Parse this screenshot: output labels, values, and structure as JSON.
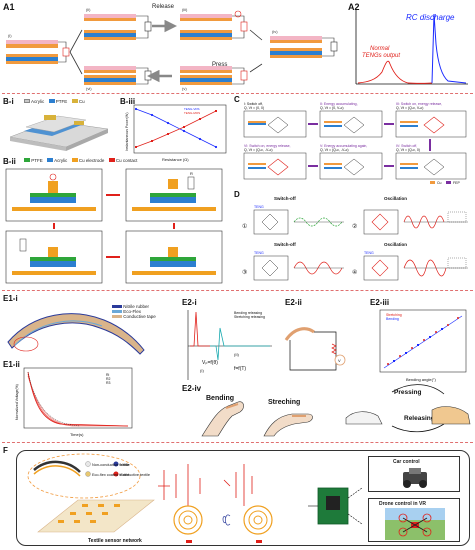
{
  "panelA": {
    "label1": "A1",
    "label2": "A2",
    "release": "Release",
    "press": "Press",
    "steps": [
      "(i)",
      "(ii)",
      "(iii)",
      "(iv)",
      "(v)",
      "(vi)"
    ],
    "discharge": "RC discharge",
    "normal1": "Normal",
    "normal2": "TENGs output",
    "colors": {
      "pink": "#f3b5c5",
      "orange": "#f19a3e",
      "blue": "#2c7fd0",
      "red": "#e0201a"
    }
  },
  "panelB": {
    "label_i": "B-i",
    "label_ii": "B-ii",
    "label_iii": "B-iii",
    "legend_top": [
      "Acrylic",
      "PTFE",
      "Cu"
    ],
    "legend_bottom": [
      "PTFE",
      "Acrylic",
      "Cu electrode",
      "Cu contact"
    ],
    "plot_ylabel": "Instantaneous Power(W)",
    "plot_xlabel": "Resistance (Ω)",
    "plot_legend": [
      "TENG-VDS",
      "TENG-MOS"
    ],
    "r_label": "R"
  },
  "panelC": {
    "label": "C",
    "steps": [
      {
        "title": "I: Switch off,",
        "eq": "Q, Vt = (0, 0)"
      },
      {
        "title": "II: Energy accumulating,",
        "eq": "Q, Vt = (0, Vₒc)"
      },
      {
        "title": "III: Switch on, energy release,",
        "eq": "Q, Vt = (Qₛc, Vₒc)"
      },
      {
        "title": "VI: Switch on, energy release,",
        "eq": "Q, Vt = (Qₛc, -Vₒc)"
      },
      {
        "title": "V: Energy accumulating again,",
        "eq": "Q, Vt = (Qₛc, -Vₒc)"
      },
      {
        "title": "IV: Switch off,",
        "eq": "Q, Vt = (Qₛc, 0)"
      }
    ],
    "legend": [
      "Cu",
      "FEP"
    ]
  },
  "panelD": {
    "label": "D",
    "cells": [
      {
        "num": "①",
        "title": "Switch-off",
        "teng": "TENG"
      },
      {
        "num": "②",
        "title": "Oscillation",
        "teng": ""
      },
      {
        "num": "③",
        "title": "Switch-off",
        "teng": "TENG"
      },
      {
        "num": "④",
        "title": "Oscillation",
        "teng": "TENG"
      }
    ]
  },
  "panelE": {
    "label_e1i": "E1-i",
    "label_e1ii": "E1-ii",
    "e1i_legend": [
      "Nitrile rubber",
      "Eco-Flex",
      "Conductive tape"
    ],
    "e1ii_ylabel": "Normalized Voltage(%)",
    "e1ii_xlabel": "Time(s)",
    "e1ii_legend": [
      "Ri",
      "R2",
      "R3"
    ],
    "label_e2i": "E2-i",
    "label_e2ii": "E2-ii",
    "label_e2iii": "E2-iii",
    "label_e2iv": "E2-iv",
    "e2i_legend": [
      "Bending releasing",
      "Stretching releasing"
    ],
    "e2i_vpeak": "Vₚ=f(θ)",
    "e2i_i": "(II)",
    "e2i_ii": "(I)",
    "e2i_f": "f=f(T)",
    "e2ii_v": "V",
    "e2iii_legend": [
      "Stretching",
      "Bending"
    ],
    "e2iii_xlabel": "Bending angle(°)",
    "bending": "Bending",
    "streching": "Streching",
    "pressing": "Pressing",
    "releasing": "Releasing"
  },
  "panelF": {
    "label": "F",
    "legend": [
      "Non-conductive textile",
      "Nitrile",
      "Eco-flex coated textile",
      "Conductive textile"
    ],
    "network": "Textile sensor network",
    "car": "Car control",
    "drone": "Drone control in VR"
  }
}
